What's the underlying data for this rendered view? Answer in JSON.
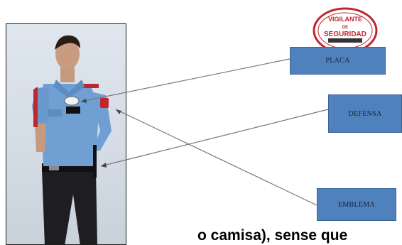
{
  "labels": {
    "placa": "PLACA",
    "defensa": "DEFENSA",
    "emblema": "EMBLEMA"
  },
  "badge": {
    "line1": "VIGILANTE",
    "line2": "DE",
    "line3": "SEGURIDAD"
  },
  "caption": "o camisa), sense que",
  "colors": {
    "label_fill": "#4f81bd",
    "shirt": "#6f9fd3",
    "badge_red": "#c0272d"
  }
}
